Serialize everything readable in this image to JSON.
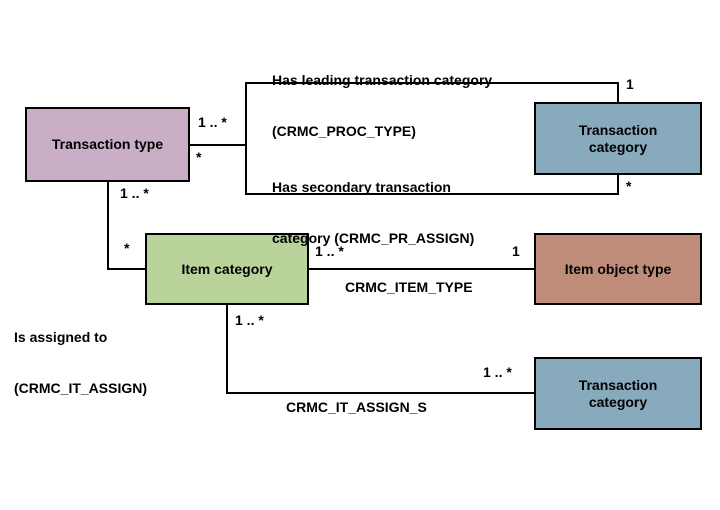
{
  "diagram": {
    "entities": {
      "transaction_type": {
        "label": "Transaction type",
        "color": "#C9AEC5"
      },
      "transaction_category_top": {
        "label": "Transaction category",
        "color": "#88AABD"
      },
      "item_category": {
        "label": "Item category",
        "color": "#B9D39B"
      },
      "item_object_type": {
        "label": "Item object type",
        "color": "#BE8C79"
      },
      "transaction_category_bottom": {
        "label": "Transaction category",
        "color": "#88AABD"
      }
    },
    "associations": {
      "has_leading": {
        "line1": "Has leading transaction category",
        "line2": "(CRMC_PROC_TYPE)",
        "source_mult": "1 .. *",
        "target_mult": "1"
      },
      "has_secondary": {
        "line1": "Has secondary transaction",
        "line2": "category (CRMC_PR_ASSIGN)",
        "source_mult": "*",
        "target_mult": "*"
      },
      "is_assigned_to": {
        "line1": "Is assigned to",
        "line2": "(CRMC_IT_ASSIGN)",
        "source_mult": "1 .. *",
        "target_mult": "*"
      },
      "item_type": {
        "label": "CRMC_ITEM_TYPE",
        "source_mult": "1 .. *",
        "target_mult": "1"
      },
      "it_assign_s": {
        "label": "CRMC_IT_ASSIGN_S",
        "source_mult": "1 .. *",
        "target_mult": "1 .. *"
      }
    },
    "colors": {
      "line": "#000000",
      "background": "#FFFFFF"
    }
  }
}
